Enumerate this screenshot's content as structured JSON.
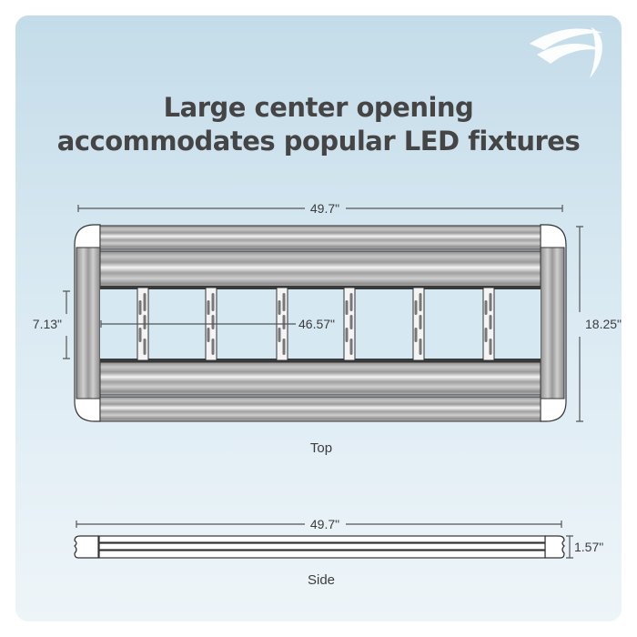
{
  "title": {
    "line1": "Large center opening",
    "line2": "accommodates popular LED fixtures"
  },
  "top_view": {
    "caption": "Top",
    "overall_length": "49.7\"",
    "overall_width": "18.25\"",
    "opening_width": "7.13\"",
    "opening_length": "46.57\""
  },
  "side_view": {
    "caption": "Side",
    "overall_length": "49.7\"",
    "height": "1.57\""
  },
  "colors": {
    "background_top": "#c4dce9",
    "background_bottom": "#eef5f9",
    "text": "#454545"
  }
}
